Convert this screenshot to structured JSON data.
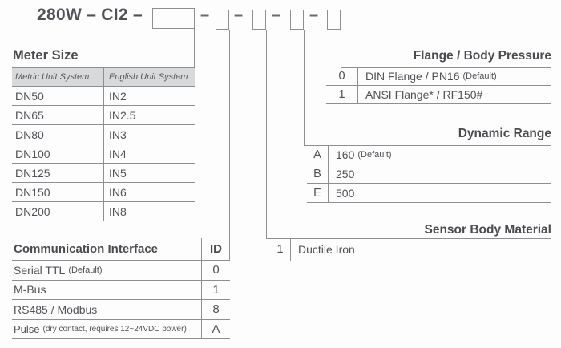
{
  "colors": {
    "text": "#515257",
    "line": "#8d8f91",
    "header_bg": "#d8d9da"
  },
  "code_builder": {
    "prefix": "280W – CI2 –",
    "separator": "–"
  },
  "meter_size": {
    "title": "Meter Size",
    "columns": {
      "metric": "Metric Unit System",
      "english": "English Unit System"
    },
    "rows": [
      {
        "metric": "DN50",
        "english": "IN2"
      },
      {
        "metric": "DN65",
        "english": "IN2.5"
      },
      {
        "metric": "DN80",
        "english": "IN3"
      },
      {
        "metric": "DN100",
        "english": "IN4"
      },
      {
        "metric": "DN125",
        "english": "IN5"
      },
      {
        "metric": "DN150",
        "english": "IN6"
      },
      {
        "metric": "DN200",
        "english": "IN8"
      }
    ]
  },
  "flange_body_pressure": {
    "title": "Flange / Body Pressure",
    "rows": [
      {
        "code": "0",
        "label": "DIN Flange / PN16",
        "note": "(Default)"
      },
      {
        "code": "1",
        "label": "ANSI Flange* / RF150#",
        "note": ""
      }
    ]
  },
  "dynamic_range": {
    "title": "Dynamic Range",
    "rows": [
      {
        "code": "A",
        "label": "160",
        "note": "(Default)"
      },
      {
        "code": "B",
        "label": "250",
        "note": ""
      },
      {
        "code": "E",
        "label": "500",
        "note": ""
      }
    ]
  },
  "sensor_body_material": {
    "title": "Sensor Body Material",
    "rows": [
      {
        "code": "1",
        "label": "Ductile Iron",
        "note": ""
      }
    ]
  },
  "communication_interface": {
    "title": "Communication Interface",
    "id_header": "ID",
    "rows": [
      {
        "label": "Serial TTL",
        "note": "(Default)",
        "code": "0"
      },
      {
        "label": "M-Bus",
        "note": "",
        "code": "1"
      },
      {
        "label": "RS485 / Modbus",
        "note": "",
        "code": "8"
      },
      {
        "label": "Pulse",
        "note": "(dry contact, requires 12~24VDC power)",
        "code": "A"
      }
    ]
  }
}
